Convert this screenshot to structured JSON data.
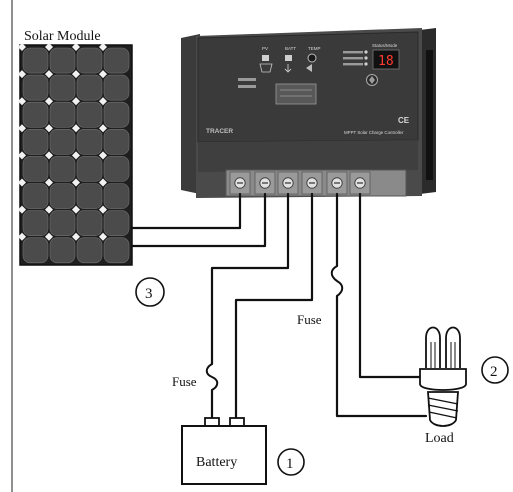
{
  "labels": {
    "solar_module": "Solar Module",
    "fuse_battery": "Fuse",
    "fuse_load": "Fuse",
    "battery": "Battery",
    "load": "Load"
  },
  "callouts": {
    "battery_number": "1",
    "load_number": "2",
    "solar_number": "3"
  },
  "controller": {
    "brand": "TRACER",
    "product_line": "MPPT Solar Charge Controller",
    "pv_label": "PV",
    "batt_label": "BATT",
    "temp_label": "TEMP",
    "display_title": "Status/Mode",
    "display_value": "18",
    "ce_mark": "CE"
  },
  "colors": {
    "line": "#111111",
    "controller_body": "#4a4a4a",
    "controller_dark": "#2e2e2e",
    "controller_face": "#3a3a3a",
    "terminal_strip": "#8a8a8a",
    "panel_cell": "#4b4b4b",
    "panel_bg": "#1f1f1f",
    "display_red": "#ff3b2f"
  }
}
